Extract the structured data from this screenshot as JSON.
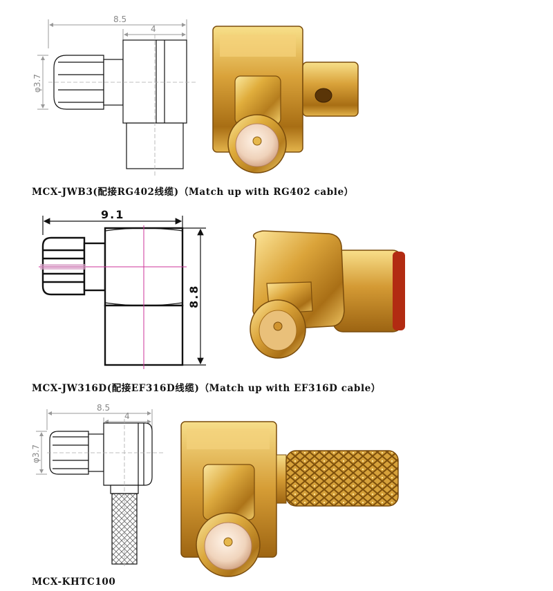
{
  "products": [
    {
      "caption": "MCX-JWB3(配接RG402线缆)（Match up with RG402 cable）",
      "dims": {
        "overall": "8.5",
        "body": "4",
        "diameter": "φ3.7"
      }
    },
    {
      "caption": "MCX-JW316D(配接EF316D线缆)（Match up with EF316D cable）",
      "dims": {
        "overall": "9.1",
        "height": "8.8"
      }
    },
    {
      "caption": "MCX-KHTC100",
      "dims": {
        "overall": "8.5",
        "body": "4",
        "diameter": "φ3.7"
      }
    }
  ],
  "colors": {
    "gold": "#d9a63a",
    "gold_dark": "#8a5a10",
    "gold_light": "#f6dd8a",
    "insulator": "#f0d9c4",
    "centerline": "#cc3399"
  }
}
